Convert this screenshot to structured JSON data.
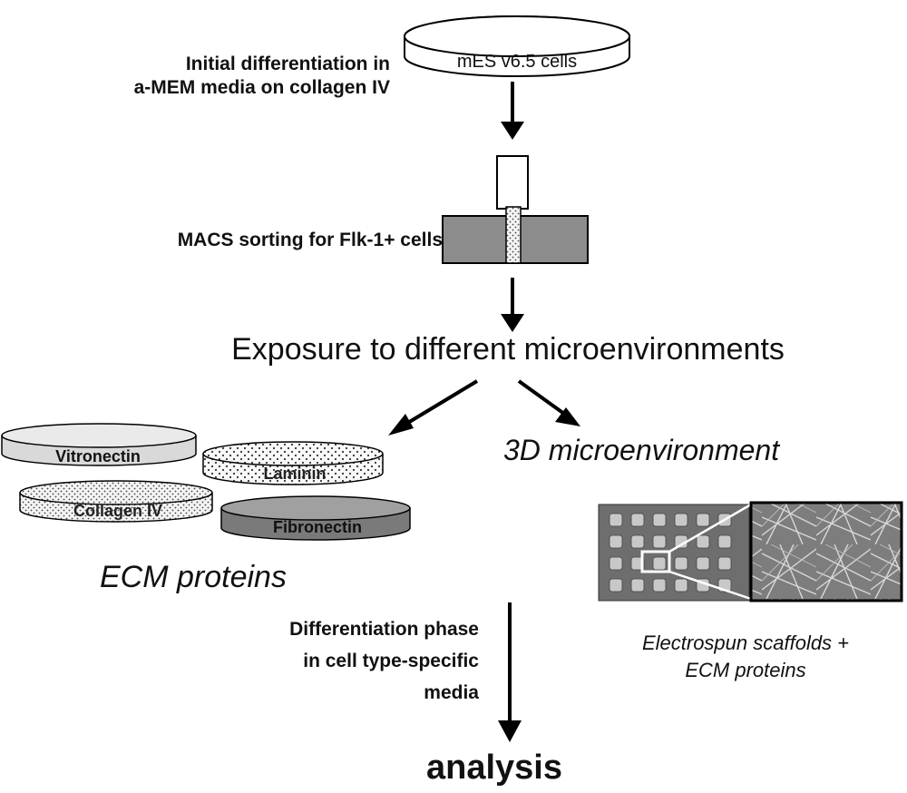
{
  "dish_top": {
    "label": "mES v6.5 cells"
  },
  "step_initial": {
    "line1": "Initial differentiation in",
    "line2": "a-MEM media on collagen IV"
  },
  "step_macs": {
    "label": "MACS sorting for Flk-1+ cells"
  },
  "headline": "Exposure to different microenvironments",
  "dishes": {
    "vitronectin": "Vitronectin",
    "laminin": "Laminin",
    "collagen": "Collagen IV",
    "fibronectin": "Fibronectin"
  },
  "ecm_label": "ECM proteins",
  "micro3d_label": "3D microenvironment",
  "scaffold_caption": {
    "line1": "Electrospun scaffolds +",
    "line2": "ECM proteins"
  },
  "diff_phase": {
    "line1": "Differentiation phase",
    "line2": "in cell type-specific",
    "line3": "media"
  },
  "final": "analysis"
}
